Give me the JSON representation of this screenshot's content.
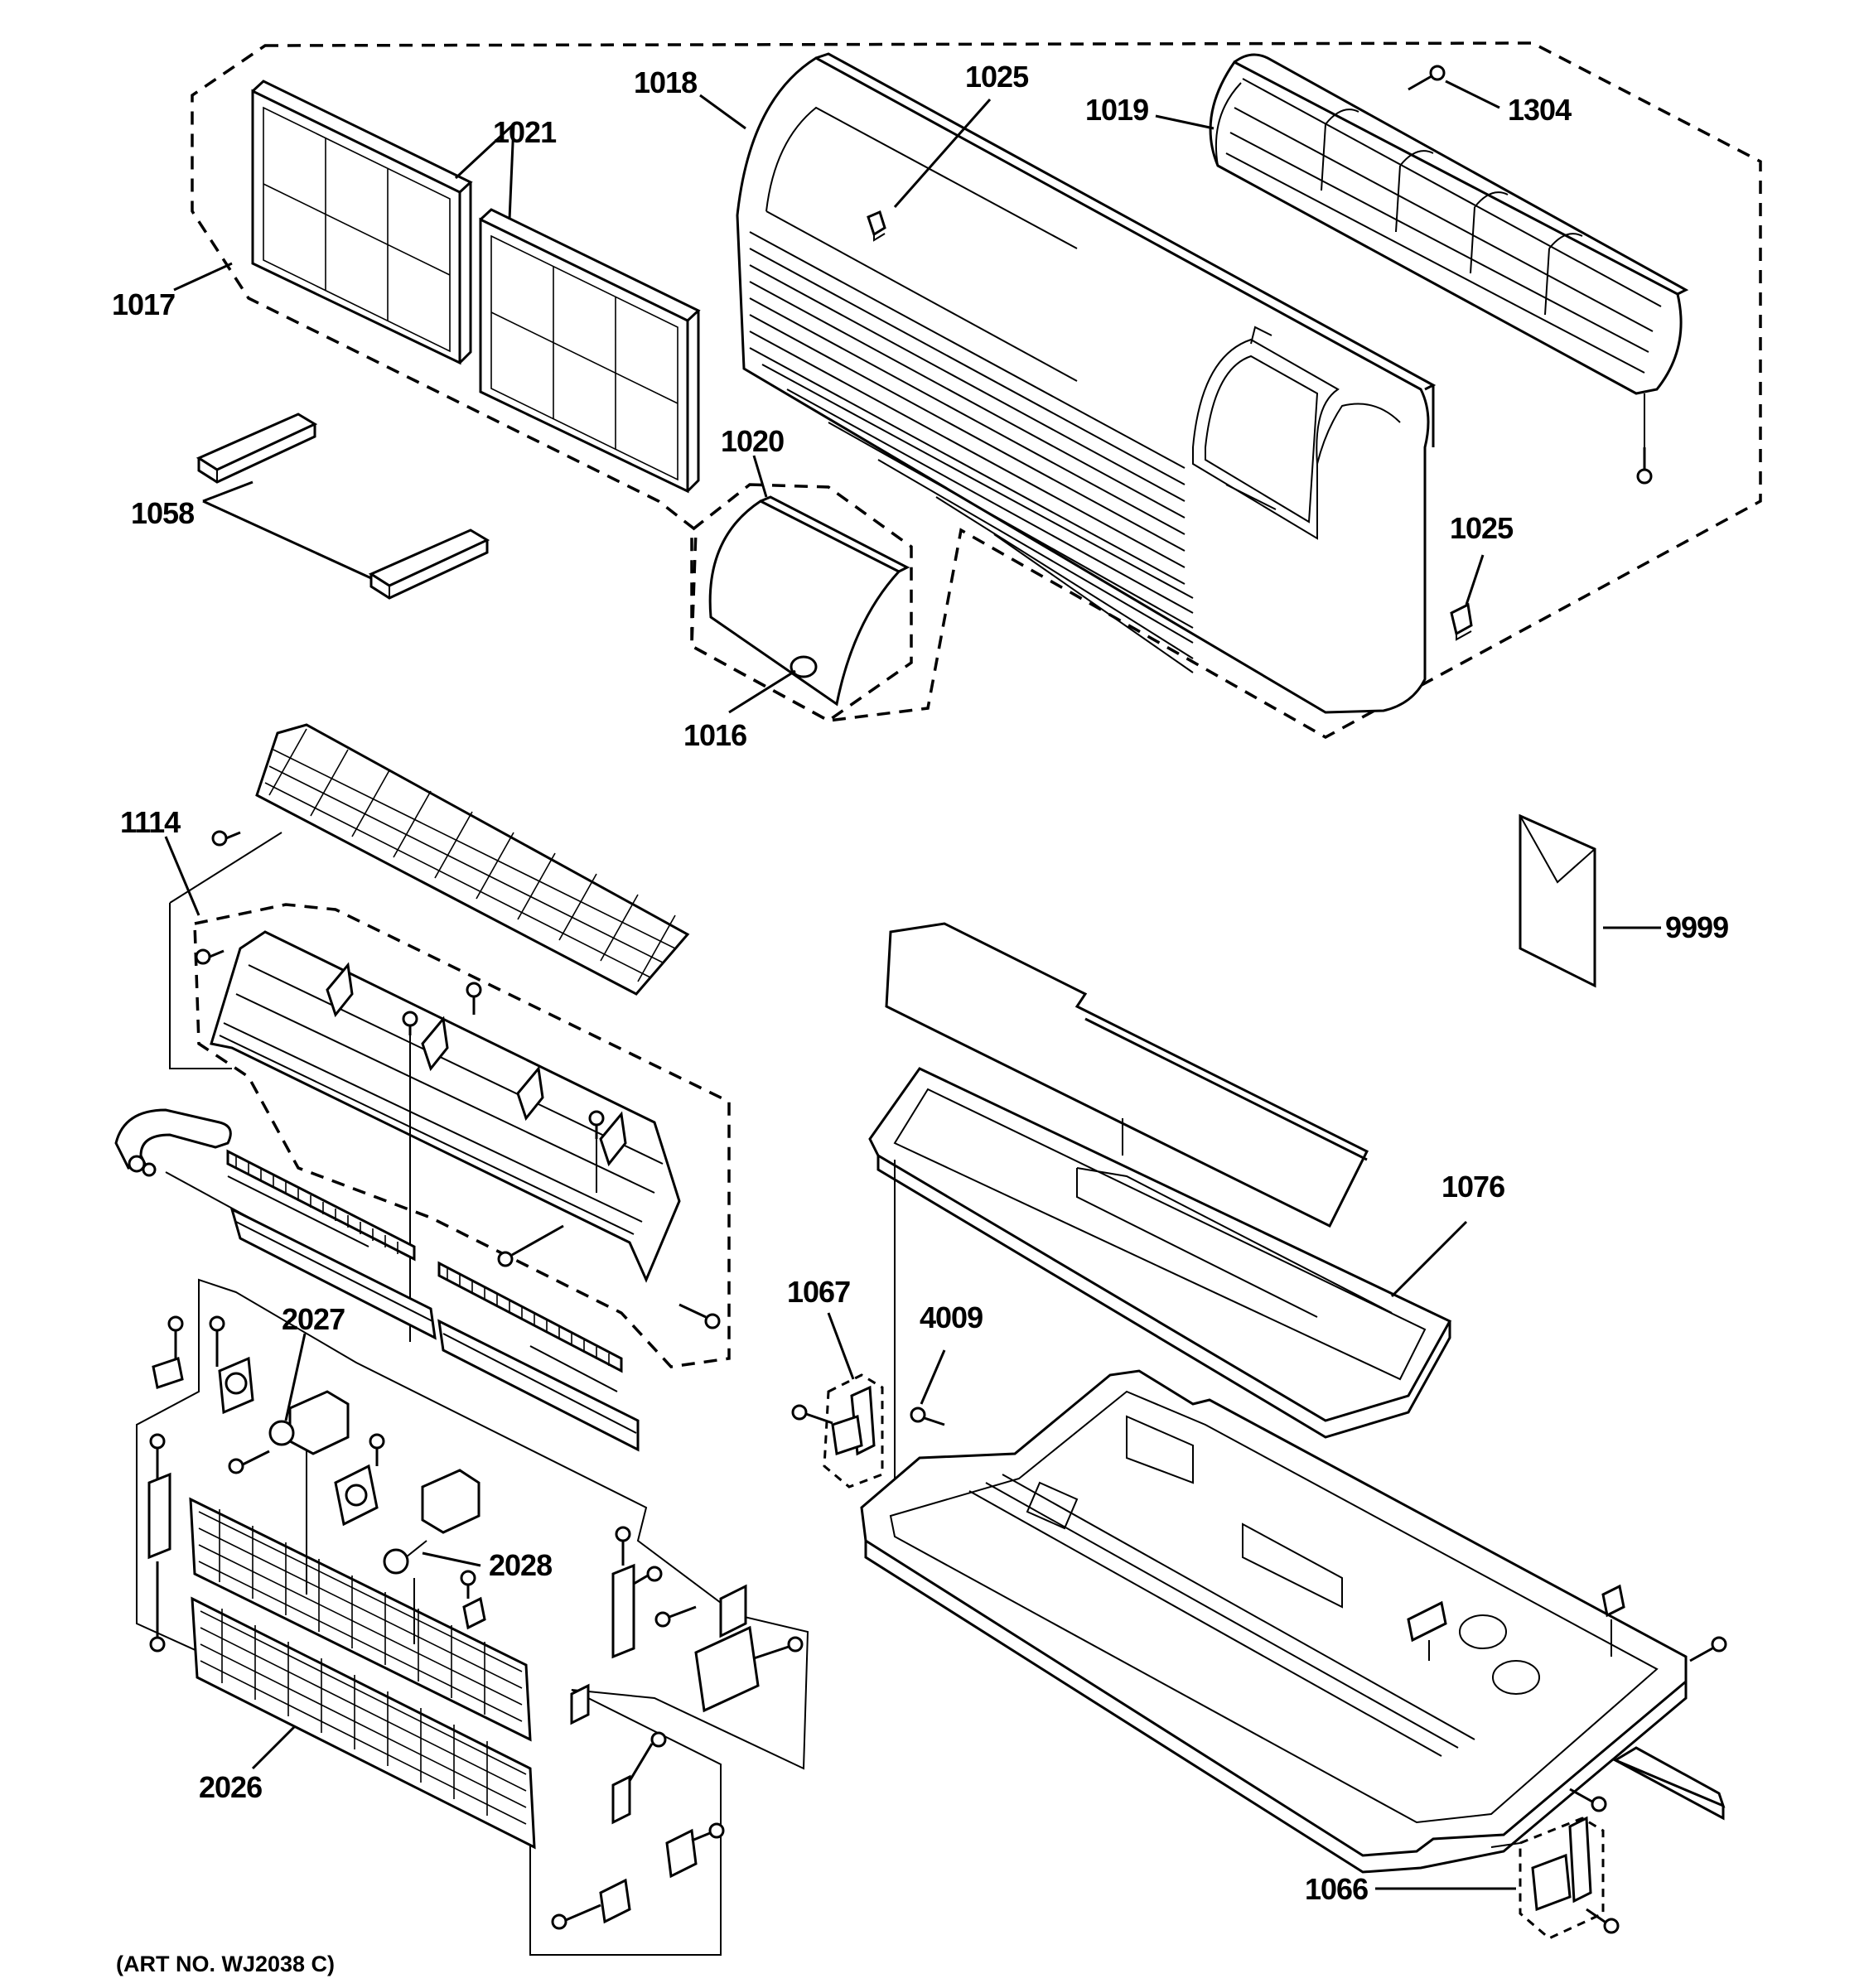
{
  "labels": {
    "p1016": "1016",
    "p1017": "1017",
    "p1018": "1018",
    "p1019": "1019",
    "p1020": "1020",
    "p1021": "1021",
    "p1025a": "1025",
    "p1025b": "1025",
    "p1058": "1058",
    "p1066": "1066",
    "p1067": "1067",
    "p1076": "1076",
    "p1114": "1114",
    "p1304": "1304",
    "p2026": "2026",
    "p2027": "2027",
    "p2028": "2028",
    "p4009": "4009",
    "p9999": "9999"
  },
  "art_number": "(ART NO. WJ2038 C)",
  "colors": {
    "ink": "#000000",
    "paper": "#ffffff"
  }
}
